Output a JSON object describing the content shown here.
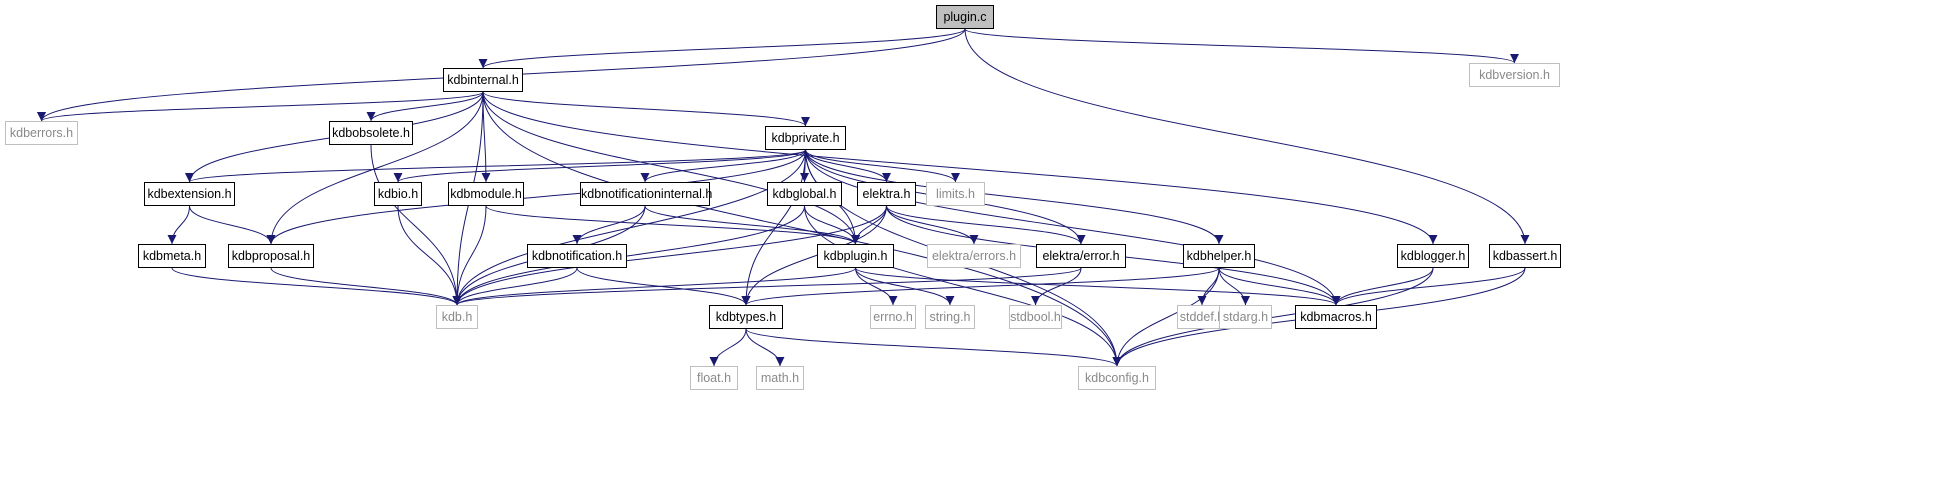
{
  "graph": {
    "edge_color": "#191970",
    "root_fill": "#bfbfbf",
    "external_border_color": "#bfbfbf",
    "nodes": [
      {
        "id": "plugin_c",
        "label": "plugin.c",
        "kind": "root"
      },
      {
        "id": "kdbinternal_h",
        "label": "kdbinternal.h",
        "kind": "header"
      },
      {
        "id": "kdbversion_h",
        "label": "kdbversion.h",
        "kind": "external"
      },
      {
        "id": "kdberrors_h",
        "label": "kdberrors.h",
        "kind": "external"
      },
      {
        "id": "kdbobsolete_h",
        "label": "kdbobsolete.h",
        "kind": "header"
      },
      {
        "id": "kdbprivate_h",
        "label": "kdbprivate.h",
        "kind": "header"
      },
      {
        "id": "kdbextension_h",
        "label": "kdbextension.h",
        "kind": "header"
      },
      {
        "id": "kdbio_h",
        "label": "kdbio.h",
        "kind": "header"
      },
      {
        "id": "kdbmodule_h",
        "label": "kdbmodule.h",
        "kind": "header"
      },
      {
        "id": "kdbnotificationinternal_h",
        "label": "kdbnotificationinternal.h",
        "kind": "header"
      },
      {
        "id": "kdbglobal_h",
        "label": "kdbglobal.h",
        "kind": "header"
      },
      {
        "id": "elektra_h",
        "label": "elektra.h",
        "kind": "header"
      },
      {
        "id": "limits_h",
        "label": "limits.h",
        "kind": "external"
      },
      {
        "id": "kdbmeta_h",
        "label": "kdbmeta.h",
        "kind": "header"
      },
      {
        "id": "kdbproposal_h",
        "label": "kdbproposal.h",
        "kind": "header"
      },
      {
        "id": "kdbnotification_h",
        "label": "kdbnotification.h",
        "kind": "header"
      },
      {
        "id": "kdbplugin_h",
        "label": "kdbplugin.h",
        "kind": "header"
      },
      {
        "id": "elektra_errors_h",
        "label": "elektra/errors.h",
        "kind": "external"
      },
      {
        "id": "elektra_error_h",
        "label": "elektra/error.h",
        "kind": "header"
      },
      {
        "id": "kdbhelper_h",
        "label": "kdbhelper.h",
        "kind": "header"
      },
      {
        "id": "kdblogger_h",
        "label": "kdblogger.h",
        "kind": "header"
      },
      {
        "id": "kdbassert_h",
        "label": "kdbassert.h",
        "kind": "header"
      },
      {
        "id": "kdb_h",
        "label": "kdb.h",
        "kind": "external"
      },
      {
        "id": "kdbtypes_h",
        "label": "kdbtypes.h",
        "kind": "header"
      },
      {
        "id": "errno_h",
        "label": "errno.h",
        "kind": "external"
      },
      {
        "id": "string_h",
        "label": "string.h",
        "kind": "external"
      },
      {
        "id": "stdbool_h",
        "label": "stdbool.h",
        "kind": "external"
      },
      {
        "id": "stddef_h",
        "label": "stddef.h",
        "kind": "external"
      },
      {
        "id": "stdarg_h",
        "label": "stdarg.h",
        "kind": "external"
      },
      {
        "id": "kdbmacros_h",
        "label": "kdbmacros.h",
        "kind": "header"
      },
      {
        "id": "float_h",
        "label": "float.h",
        "kind": "external"
      },
      {
        "id": "math_h",
        "label": "math.h",
        "kind": "external"
      },
      {
        "id": "kdbconfig_h",
        "label": "kdbconfig.h",
        "kind": "external"
      }
    ],
    "edges": [
      [
        "plugin_c",
        "kdbinternal_h"
      ],
      [
        "plugin_c",
        "kdberrors_h"
      ],
      [
        "plugin_c",
        "kdbversion_h"
      ],
      [
        "plugin_c",
        "kdbassert_h"
      ],
      [
        "kdbinternal_h",
        "kdberrors_h"
      ],
      [
        "kdbinternal_h",
        "kdbobsolete_h"
      ],
      [
        "kdbinternal_h",
        "kdbprivate_h"
      ],
      [
        "kdbinternal_h",
        "kdbextension_h"
      ],
      [
        "kdbinternal_h",
        "kdbmodule_h"
      ],
      [
        "kdbinternal_h",
        "kdbproposal_h"
      ],
      [
        "kdbinternal_h",
        "kdb_h"
      ],
      [
        "kdbinternal_h",
        "kdbplugin_h"
      ],
      [
        "kdbinternal_h",
        "kdblogger_h"
      ],
      [
        "kdbinternal_h",
        "kdbconfig_h"
      ],
      [
        "kdbobsolete_h",
        "kdb_h"
      ],
      [
        "kdbprivate_h",
        "kdbextension_h"
      ],
      [
        "kdbprivate_h",
        "kdbio_h"
      ],
      [
        "kdbprivate_h",
        "kdbproposal_h"
      ],
      [
        "kdbprivate_h",
        "kdbnotificationinternal_h"
      ],
      [
        "kdbprivate_h",
        "kdbglobal_h"
      ],
      [
        "kdbprivate_h",
        "elektra_h"
      ],
      [
        "kdbprivate_h",
        "limits_h"
      ],
      [
        "kdbprivate_h",
        "kdbplugin_h"
      ],
      [
        "kdbprivate_h",
        "elektra_error_h"
      ],
      [
        "kdbprivate_h",
        "kdbhelper_h"
      ],
      [
        "kdbprivate_h",
        "kdbmacros_h"
      ],
      [
        "kdbprivate_h",
        "kdbtypes_h"
      ],
      [
        "kdbprivate_h",
        "kdb_h"
      ],
      [
        "kdbprivate_h",
        "kdbconfig_h"
      ],
      [
        "kdbextension_h",
        "kdbmeta_h"
      ],
      [
        "kdbextension_h",
        "kdbproposal_h"
      ],
      [
        "kdbio_h",
        "kdb_h"
      ],
      [
        "kdbmodule_h",
        "kdb_h"
      ],
      [
        "kdbmodule_h",
        "kdbplugin_h"
      ],
      [
        "kdbnotificationinternal_h",
        "kdbnotification_h"
      ],
      [
        "kdbnotificationinternal_h",
        "kdbplugin_h"
      ],
      [
        "kdbnotificationinternal_h",
        "kdb_h"
      ],
      [
        "kdbglobal_h",
        "kdbplugin_h"
      ],
      [
        "kdbglobal_h",
        "kdb_h"
      ],
      [
        "kdbglobal_h",
        "kdbconfig_h"
      ],
      [
        "elektra_h",
        "kdbplugin_h"
      ],
      [
        "elektra_h",
        "elektra_errors_h"
      ],
      [
        "elektra_h",
        "elektra_error_h"
      ],
      [
        "elektra_h",
        "kdbtypes_h"
      ],
      [
        "elektra_h",
        "kdb_h"
      ],
      [
        "elektra_h",
        "kdbmacros_h"
      ],
      [
        "kdbmeta_h",
        "kdb_h"
      ],
      [
        "kdbproposal_h",
        "kdb_h"
      ],
      [
        "kdbnotification_h",
        "kdb_h"
      ],
      [
        "kdbnotification_h",
        "kdbtypes_h"
      ],
      [
        "kdbplugin_h",
        "kdb_h"
      ],
      [
        "kdbplugin_h",
        "errno_h"
      ],
      [
        "kdbplugin_h",
        "string_h"
      ],
      [
        "kdbplugin_h",
        "kdbmacros_h"
      ],
      [
        "elektra_error_h",
        "kdb_h"
      ],
      [
        "elektra_error_h",
        "stdbool_h"
      ],
      [
        "kdbhelper_h",
        "kdbtypes_h"
      ],
      [
        "kdbhelper_h",
        "stddef_h"
      ],
      [
        "kdbhelper_h",
        "stdarg_h"
      ],
      [
        "kdbhelper_h",
        "kdbmacros_h"
      ],
      [
        "kdbhelper_h",
        "kdbconfig_h"
      ],
      [
        "kdblogger_h",
        "kdbmacros_h"
      ],
      [
        "kdblogger_h",
        "kdbconfig_h"
      ],
      [
        "kdbassert_h",
        "kdbmacros_h"
      ],
      [
        "kdbassert_h",
        "kdbconfig_h"
      ],
      [
        "kdbtypes_h",
        "float_h"
      ],
      [
        "kdbtypes_h",
        "math_h"
      ],
      [
        "kdbtypes_h",
        "kdbconfig_h"
      ]
    ]
  }
}
